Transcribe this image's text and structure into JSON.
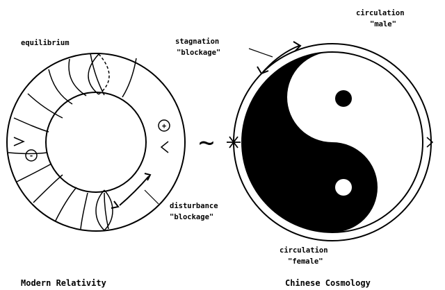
{
  "left_diagram": {
    "equilibrium_label": "equilibrium",
    "disturbance_label": "disturbance",
    "disturbance_sub": "\"blockage\"",
    "caption": "Modern Relativity",
    "plus_symbol": "+",
    "minus_symbol": "-"
  },
  "connector_symbol": "~",
  "right_diagram": {
    "stagnation_label": "stagnation",
    "stagnation_sub": "\"blockage\"",
    "circulation_top": "circulation",
    "circulation_top_sub": "\"male\"",
    "circulation_bottom": "circulation",
    "circulation_bottom_sub": "\"female\"",
    "caption": "Chinese Cosmology"
  }
}
